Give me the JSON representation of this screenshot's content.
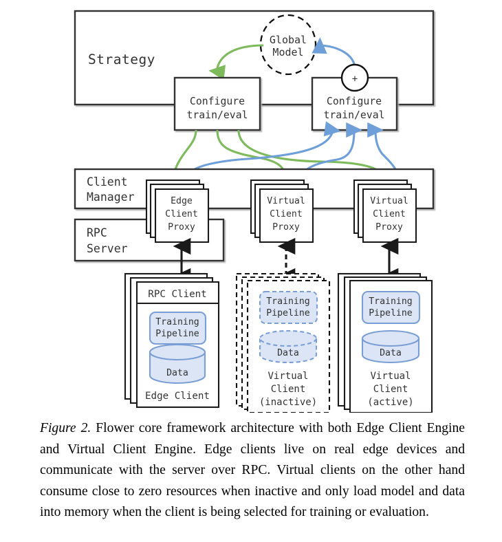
{
  "figure": {
    "caption_label": "Figure 2.",
    "caption_text": " Flower core framework architecture with both Edge Client Engine and Virtual Client Engine. Edge clients live on real edge devices and communicate with the server over RPC. Virtual clients on the other hand consume close to zero resources when inactive and only load model and data into memory when the client is being selected for training or evaluation."
  },
  "colors": {
    "stroke": "#333333",
    "green_arrow": "#7dba5c",
    "blue_arrow": "#6f9fd8",
    "blue_fill": "#dbe5f5",
    "blue_stroke": "#7b9fd4",
    "text": "#333333",
    "background": "#ffffff"
  },
  "server": {
    "strategy_label": "Strategy",
    "global_model": {
      "line1": "Global",
      "line2": "Model"
    },
    "aggregate_symbol": "+",
    "configure_left": {
      "line1": "Configure",
      "line2": "train/eval"
    },
    "configure_right": {
      "line1": "Configure",
      "line2": "train/eval"
    },
    "client_manager": {
      "line1": "Client",
      "line2": "Manager"
    },
    "rpc_server": {
      "line1": "RPC",
      "line2": "Server"
    }
  },
  "proxies": [
    {
      "line1": "Edge",
      "line2": "Client",
      "line3": "Proxy"
    },
    {
      "line1": "Virtual",
      "line2": "Client",
      "line3": "Proxy"
    },
    {
      "line1": "Virtual",
      "line2": "Client",
      "line3": "Proxy"
    }
  ],
  "clients": {
    "edge": {
      "header": "RPC Client",
      "training_pipeline": {
        "line1": "Training",
        "line2": "Pipeline"
      },
      "data": "Data",
      "footer": "Edge Client"
    },
    "virtual_inactive": {
      "training_pipeline": {
        "line1": "Training",
        "line2": "Pipeline"
      },
      "data": "Data",
      "footer_line1": "Virtual",
      "footer_line2": "Client",
      "footer_line3": "(inactive)"
    },
    "virtual_active": {
      "training_pipeline": {
        "line1": "Training",
        "line2": "Pipeline"
      },
      "data": "Data",
      "footer_line1": "Virtual",
      "footer_line2": "Client",
      "footer_line3": "(active)"
    }
  }
}
